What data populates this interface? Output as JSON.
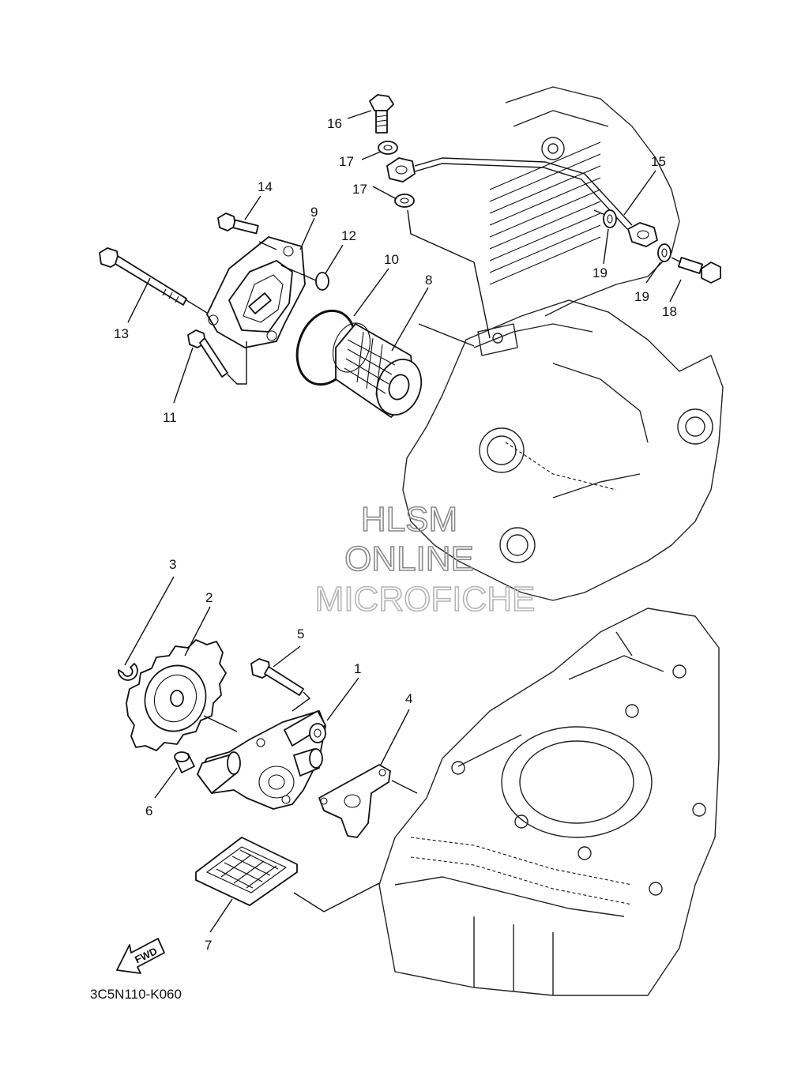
{
  "diagram": {
    "callouts": {
      "c1": "1",
      "c2": "2",
      "c3": "3",
      "c4": "4",
      "c5": "5",
      "c6": "6",
      "c7": "7",
      "c8": "8",
      "c9": "9",
      "c10": "10",
      "c11": "11",
      "c12": "12",
      "c13": "13",
      "c14": "14",
      "c15": "15",
      "c16": "16",
      "c17a": "17",
      "c17b": "17",
      "c18": "18",
      "c19a": "19",
      "c19b": "19"
    },
    "watermark": {
      "line1": "HLSM",
      "line2": "ONLINE",
      "line3": "MICROFICHE"
    },
    "fwd_label": "FWD",
    "drawing_code": "3C5N110-K060"
  }
}
